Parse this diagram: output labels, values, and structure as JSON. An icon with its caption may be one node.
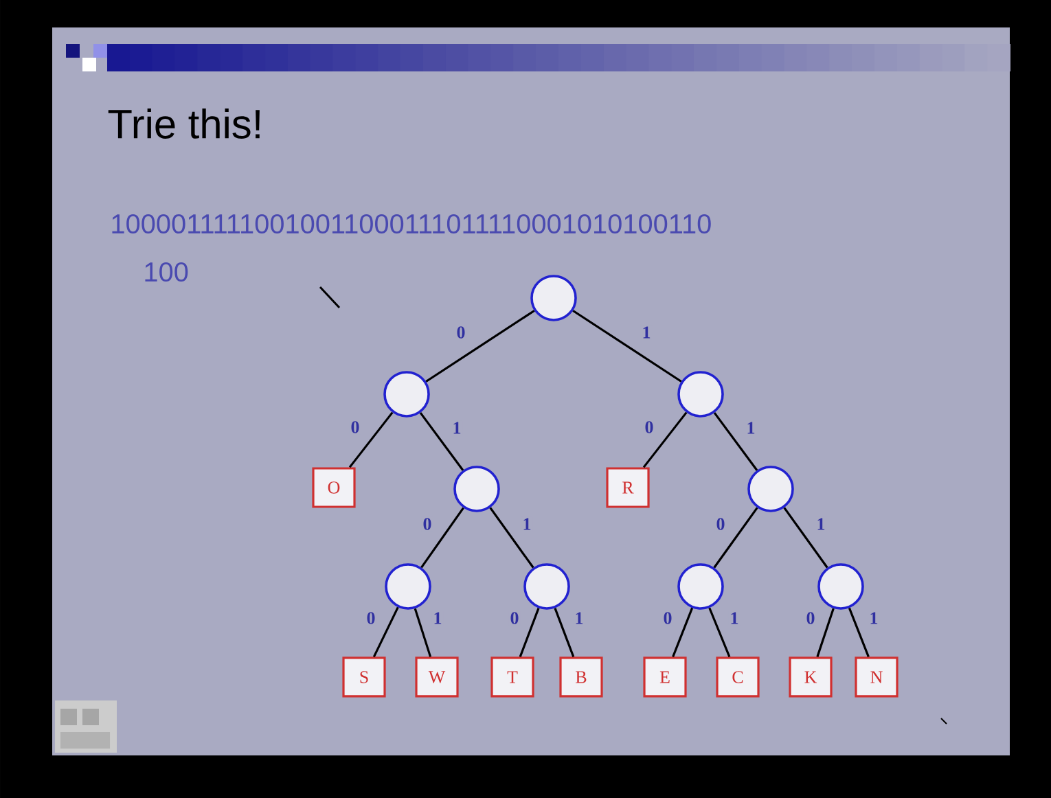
{
  "diagram": {
    "title": "Trie this!",
    "nodes": [
      {
        "text": [],
        "shape": "circle"
      },
      {
        "text": [],
        "shape": "circle"
      },
      {
        "text": [],
        "shape": "circle"
      },
      {
        "text": [
          "O"
        ]
      },
      {
        "text": [],
        "shape": "circle"
      },
      {
        "text": [
          "R"
        ]
      },
      {
        "text": [],
        "shape": "circle"
      },
      {
        "text": [],
        "shape": "circle"
      },
      {
        "text": [],
        "shape": "circle"
      },
      {
        "text": [],
        "shape": "circle"
      },
      {
        "text": [],
        "shape": "circle"
      },
      {
        "text": [
          "S"
        ]
      },
      {
        "text": [
          "W"
        ]
      },
      {
        "text": [
          "T"
        ]
      },
      {
        "text": [
          "B"
        ]
      },
      {
        "text": [
          "E"
        ]
      },
      {
        "text": [
          "C"
        ]
      },
      {
        "text": [
          "K"
        ]
      },
      {
        "text": [
          "N"
        ]
      }
    ],
    "edges": [
      {
        "from": 0,
        "to": 1,
        "arrow": "none",
        "label": "0"
      },
      {
        "from": 0,
        "to": 2,
        "arrow": "none",
        "label": "1"
      },
      {
        "from": 1,
        "to": 3,
        "arrow": "none",
        "label": "0"
      },
      {
        "from": 1,
        "to": 4,
        "arrow": "none",
        "label": "1"
      },
      {
        "from": 2,
        "to": 5,
        "arrow": "none",
        "label": "0"
      },
      {
        "from": 2,
        "to": 6,
        "arrow": "none",
        "label": "1"
      },
      {
        "from": 4,
        "to": 7,
        "arrow": "none",
        "label": "0"
      },
      {
        "from": 4,
        "to": 8,
        "arrow": "none",
        "label": "1"
      },
      {
        "from": 6,
        "to": 9,
        "arrow": "none",
        "label": "0"
      },
      {
        "from": 6,
        "to": 10,
        "arrow": "none",
        "label": "1"
      },
      {
        "from": 7,
        "to": 11,
        "arrow": "none",
        "label": "0"
      },
      {
        "from": 7,
        "to": 12,
        "arrow": "none",
        "label": "1"
      },
      {
        "from": 8,
        "to": 13,
        "arrow": "none",
        "label": "0"
      },
      {
        "from": 8,
        "to": 14,
        "arrow": "none",
        "label": "1"
      },
      {
        "from": 9,
        "to": 15,
        "arrow": "none",
        "label": "0"
      },
      {
        "from": 9,
        "to": 16,
        "arrow": "none",
        "label": "1"
      },
      {
        "from": 10,
        "to": 17,
        "arrow": "none",
        "label": "0"
      },
      {
        "from": 10,
        "to": 18,
        "arrow": "none",
        "label": "1"
      }
    ],
    "labels": [
      "10000111110010011000111011110001010100110",
      "100"
    ]
  }
}
